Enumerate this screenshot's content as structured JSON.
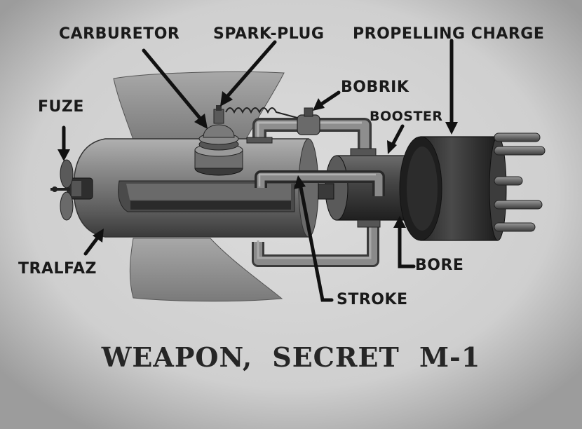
{
  "diagram": {
    "title": "WEAPON, SECRET M-1",
    "labels": {
      "carburetor": "CARBURETOR",
      "spark_plug": "SPARK-PLUG",
      "propelling_charge": "PROPELLING CHARGE",
      "bobrik": "BOBRIK",
      "fuze": "FUZE",
      "booster": "BOOSTER",
      "tralfaz": "TRALFAZ",
      "bore": "BORE",
      "stroke": "STROKE"
    }
  },
  "colors": {
    "background": "#d2d2d2",
    "ink": "#1a1a1a"
  }
}
